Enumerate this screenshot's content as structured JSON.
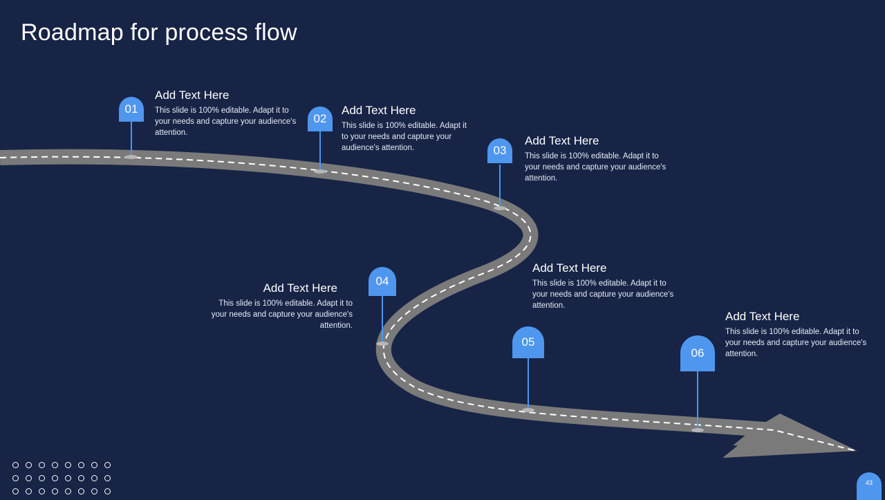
{
  "slide": {
    "title": "Roadmap for process flow",
    "page_number": "43"
  },
  "colors": {
    "background": "#172446",
    "road": "#7a7a7a",
    "road_dash": "#ffffff",
    "pin": "#4f96ee"
  },
  "steps": [
    {
      "number": "01",
      "heading": "Add Text Here",
      "body": "This slide is 100% editable. Adapt it to your needs and capture your audience's attention."
    },
    {
      "number": "02",
      "heading": "Add Text Here",
      "body": "This slide is 100% editable. Adapt it to your needs and capture your audience's attention."
    },
    {
      "number": "03",
      "heading": "Add Text Here",
      "body": "This slide is 100% editable. Adapt it to your needs and capture your audience's attention."
    },
    {
      "number": "04",
      "heading": "Add Text Here",
      "body": "This slide is 100% editable. Adapt it to your needs and capture your audience's attention."
    },
    {
      "number": "05",
      "heading": "Add Text Here",
      "body": "This slide is 100% editable. Adapt it to your needs and capture your audience's attention."
    },
    {
      "number": "06",
      "heading": "Add Text Here",
      "body": "This slide is 100% editable. Adapt it to your needs and capture your audience's attention."
    }
  ],
  "decor": {
    "dot_grid_icon": "dot-grid-icon"
  }
}
